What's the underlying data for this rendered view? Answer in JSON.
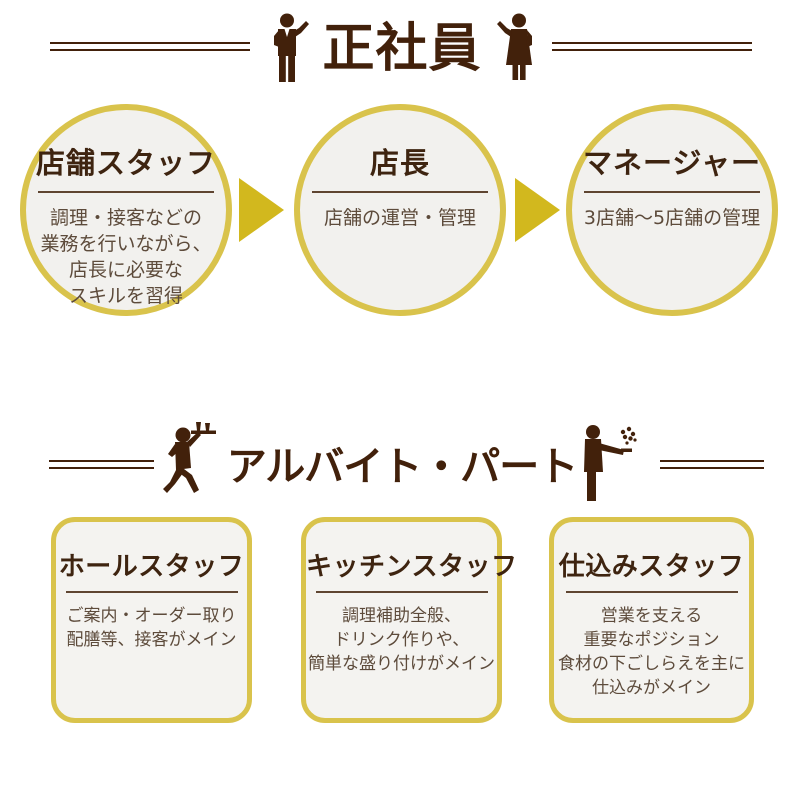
{
  "colors": {
    "dark_brown": "#42210b",
    "title_brown": "#3e2410",
    "body_brown": "#5d4b3b",
    "underline_brown": "#5f4531",
    "border_gold": "#d9c34c",
    "arrow_gold": "#d2b81e",
    "panel_bg": "#f2f1ee",
    "page_bg": "#ffffff"
  },
  "fulltime": {
    "title": "正社員",
    "left_icon": "businessman-icon",
    "right_icon": "businesswoman-icon",
    "steps": [
      {
        "title": "店舗スタッフ",
        "lines": [
          "調理・接客などの",
          "業務を行いながら、",
          "店長に必要な",
          "スキルを習得"
        ]
      },
      {
        "title": "店長",
        "lines": [
          "店舗の運営・管理"
        ]
      },
      {
        "title": "マネージャー",
        "lines": [
          "3店舗〜5店舗の管理"
        ]
      }
    ]
  },
  "parttime": {
    "title": "アルバイト・パート",
    "left_icon": "waiter-icon",
    "right_icon": "chef-icon",
    "roles": [
      {
        "title": "ホールスタッフ",
        "lines": [
          "ご案内・オーダー取り",
          "配膳等、接客がメイン"
        ]
      },
      {
        "title": "キッチンスタッフ",
        "lines": [
          "調理補助全般、",
          "ドリンク作りや、",
          "簡単な盛り付けがメイン"
        ]
      },
      {
        "title": "仕込みスタッフ",
        "lines": [
          "営業を支える",
          "重要なポジション",
          "食材の下ごしらえを主に",
          "仕込みがメイン"
        ]
      }
    ]
  }
}
